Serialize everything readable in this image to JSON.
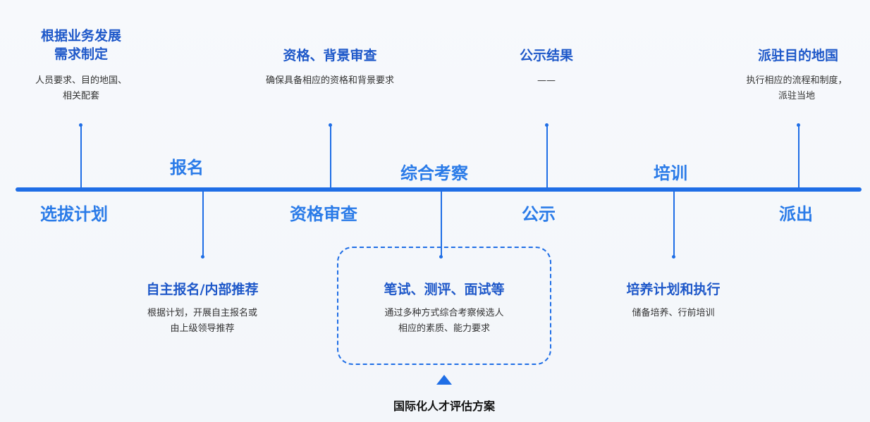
{
  "stages": {
    "plan": "选拔计划",
    "signup": "报名",
    "review": "资格审查",
    "assess": "综合考察",
    "publicize": "公示",
    "train": "培训",
    "dispatch": "派出"
  },
  "top_cards": [
    {
      "title": "根据业务发展\n需求制定",
      "desc": "人员要求、目的地国、\n相关配套"
    },
    {
      "title": "资格、背景审查",
      "desc": "确保具备相应的资格和背景要求"
    },
    {
      "title": "公示结果",
      "desc": "——"
    },
    {
      "title": "派驻目的地国",
      "desc": "执行相应的流程和制度，\n派驻当地"
    }
  ],
  "bottom_cards": [
    {
      "title": "自主报名/内部推荐",
      "desc": "根据计划，开展自主报名或\n由上级领导推荐"
    },
    {
      "title": "笔试、测评、面试等",
      "desc": "通过多种方式综合考察候选人\n相应的素质、能力要求"
    },
    {
      "title": "培养计划和执行",
      "desc": "储备培养、行前培训"
    }
  ],
  "caption": "国际化人才评估方案",
  "colors": {
    "axis": "#1f6ee6",
    "title": "#1e58c9",
    "stage": "#2a7be8"
  }
}
